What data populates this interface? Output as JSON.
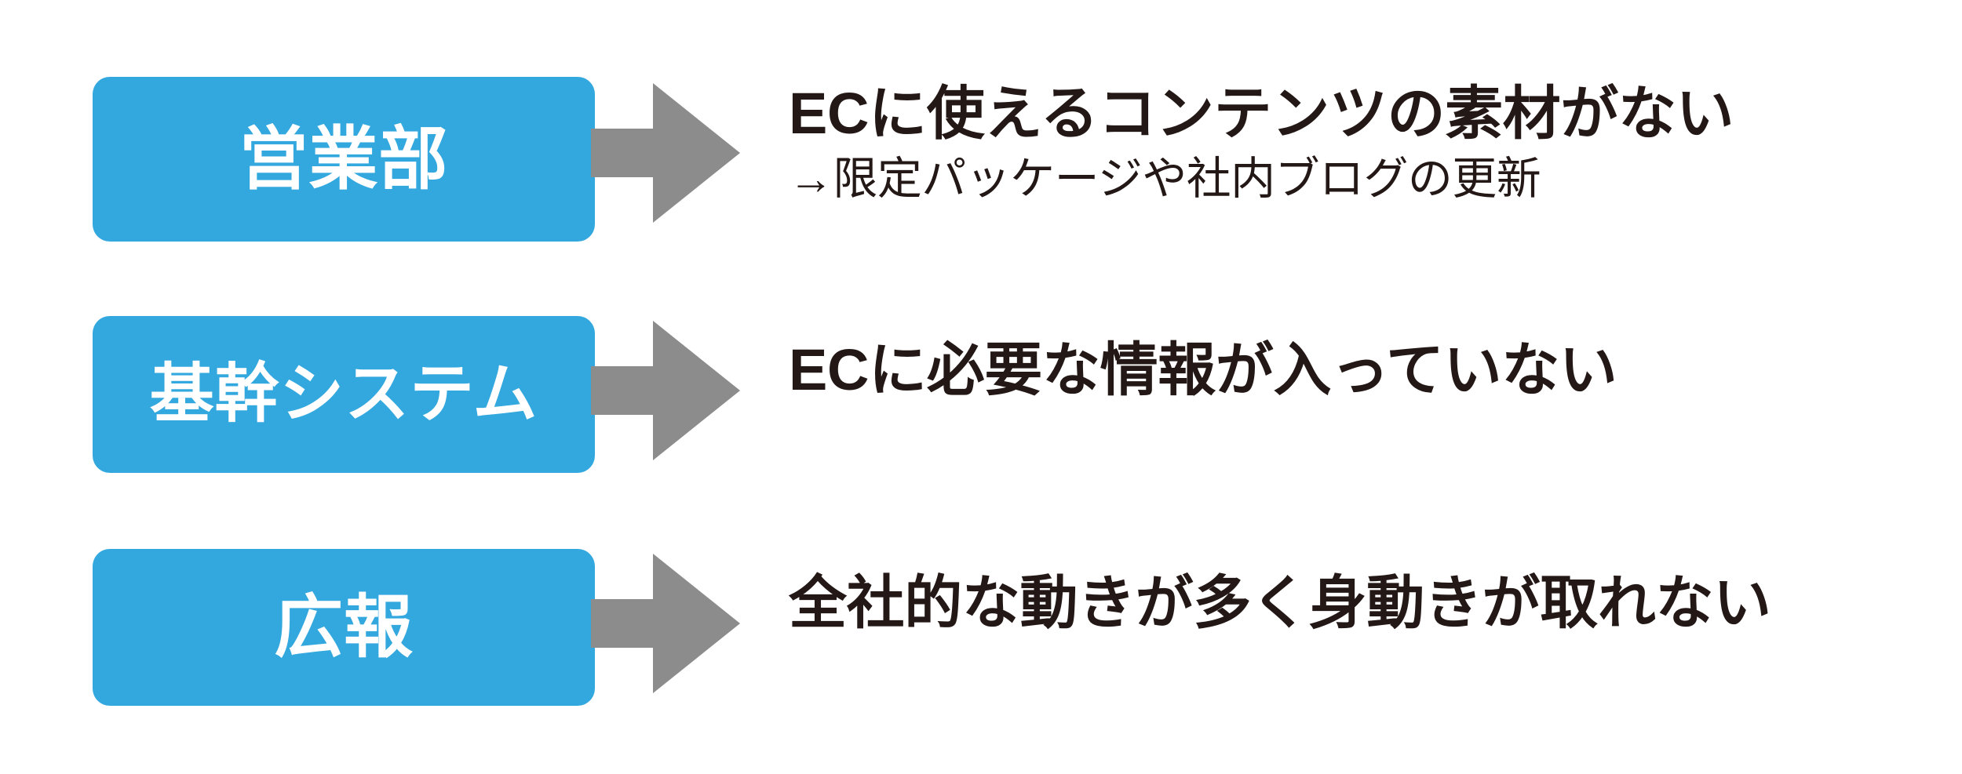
{
  "theme": {
    "background": "#ffffff",
    "box_fill": "#33a8df",
    "box_text": "#ffffff",
    "arrow_fill": "#8c8c8c",
    "message_text": "#231815"
  },
  "diagram": {
    "type": "issue-list",
    "rows": [
      {
        "department": "営業部",
        "arrow": "right-arrow-icon",
        "message_main": "ECに使えるコンテンツの素材がない",
        "message_sub": "→限定パッケージや社内ブログの更新"
      },
      {
        "department": "基幹システム",
        "arrow": "right-arrow-icon",
        "message_main": "ECに必要な情報が入っていない",
        "message_sub": ""
      },
      {
        "department": "広報",
        "arrow": "right-arrow-icon",
        "message_main": "全社的な動きが多く身動きが取れない",
        "message_sub": ""
      }
    ]
  }
}
